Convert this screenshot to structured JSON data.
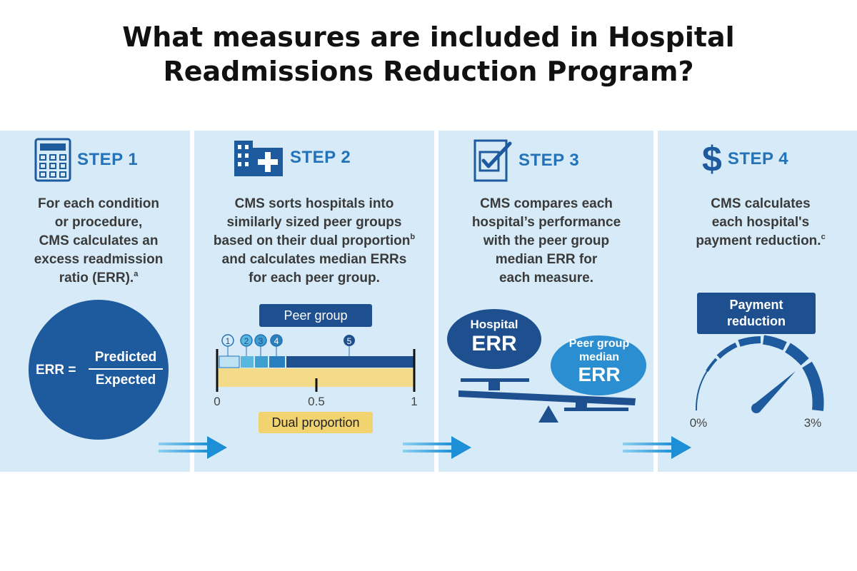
{
  "title_line1": "What measures are included in Hospital",
  "title_line2": "Readmissions Reduction Program?",
  "steps": [
    {
      "label": "STEP 1",
      "icon": "calculator-icon",
      "lines": [
        "For each condition",
        "or procedure,",
        "CMS calculates an",
        "excess readmission"
      ],
      "last_line": "ratio (ERR).",
      "footnote": "a",
      "err": {
        "lhs": "ERR =",
        "numerator": "Predicted",
        "denominator": "Expected"
      }
    },
    {
      "label": "STEP 2",
      "icon": "hospital-icon",
      "lines": [
        "CMS sorts hospitals into",
        "similarly sized peer groups"
      ],
      "footnote_line": "based on their dual proportion",
      "footnote": "b",
      "lines_after": [
        "and calculates median ERRs",
        "for each peer group."
      ],
      "peer_group_label": "Peer group",
      "group_numbers": [
        "1",
        "2",
        "3",
        "4",
        "5"
      ],
      "axis_ticks": [
        "0",
        "0.5",
        "1"
      ],
      "dual_label": "Dual proportion"
    },
    {
      "label": "STEP 3",
      "icon": "checklist-icon",
      "lines": [
        "CMS compares each",
        "hospital’s performance",
        "with the peer group",
        "median ERR for",
        "each measure."
      ],
      "hospital_small": "Hospital",
      "hospital_big": "ERR",
      "peer_small1": "Peer group",
      "peer_small2": "median",
      "peer_big": "ERR"
    },
    {
      "label": "STEP 4",
      "icon": "dollar-icon",
      "lines": [
        "CMS calculates",
        "each hospital's"
      ],
      "last_line": "payment reduction.",
      "footnote": "c",
      "payment_line1": "Payment",
      "payment_line2": "reduction",
      "gauge_min": "0%",
      "gauge_max": "3%"
    }
  ],
  "colors": {
    "band": "#d6ebf7",
    "step_blue": "#2472b8",
    "dark_blue": "#1e5a9e",
    "yellow": "#f1d36f"
  }
}
